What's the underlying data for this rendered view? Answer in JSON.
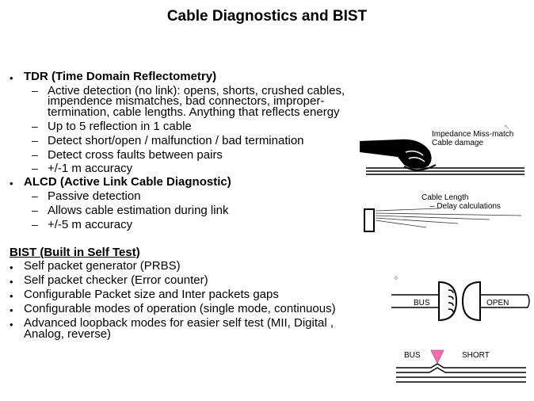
{
  "title": "Cable Diagnostics and BIST",
  "tdr": {
    "heading": "TDR (Time Domain Reflectometry)",
    "items": [
      [
        "Active detection (no link):  opens, shorts, crushed cables,",
        "impendence mismatches, bad connectors, improper-",
        "termination, cable lengths.  Anything that reflects energy"
      ],
      [
        "Up to 5 reflection in 1 cable"
      ],
      [
        "Detect short/open / malfunction / bad termination"
      ],
      [
        "Detect cross faults between pairs"
      ],
      [
        "+/-1 m accuracy"
      ]
    ]
  },
  "alcd": {
    "heading": "ALCD (Active Link Cable Diagnostic)",
    "items": [
      "Passive detection",
      "Allows cable estimation during link",
      "+/-5 m accuracy"
    ]
  },
  "bist": {
    "heading": "BIST (Built in Self Test)",
    "items": [
      [
        "Self packet generator (PRBS)"
      ],
      [
        "Self packet checker (Error counter)"
      ],
      [
        "Configurable Packet size and Inter packets gaps"
      ],
      [
        "Configurable modes of operation (single mode, continuous)"
      ],
      [
        "Advanced loopback modes for easier self test (MII, Digital  ,",
        "Analog, reverse)"
      ]
    ]
  },
  "figures": {
    "impedance": [
      "Impedance Miss-match",
      "Cable damage"
    ],
    "length": [
      "Cable Length",
      "– Delay calculations"
    ],
    "open": {
      "bus": "BUS",
      "open": "OPEN"
    },
    "short": {
      "bus": "BUS",
      "short": "SHORT"
    }
  },
  "colors": {
    "short_marker": "#f06fb0",
    "text": "#000000"
  }
}
